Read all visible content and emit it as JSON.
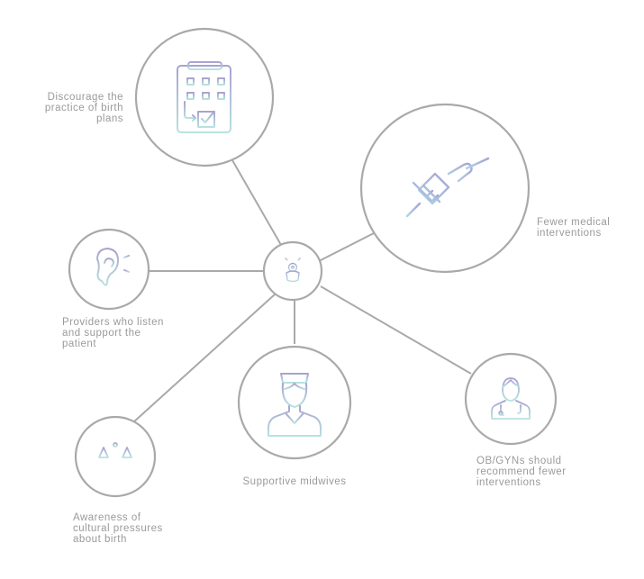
{
  "colors": {
    "line": "#a9a9a9",
    "text": "#9a9a9a",
    "icon_purple": "#a8a2d0",
    "icon_blue": "#aed6e8",
    "icon_teal": "#b8e2e0"
  },
  "center": {
    "icon": "baby-icon"
  },
  "nodes": [
    {
      "id": "birth-plans",
      "icon": "checklist-clipboard-icon",
      "label_lines": [
        "Discourage the",
        "practice of birth",
        "plans"
      ]
    },
    {
      "id": "medical",
      "icon": "syringe-icon",
      "label_lines": [
        "Fewer medical",
        "interventions"
      ]
    },
    {
      "id": "listen",
      "icon": "ear-icon",
      "label_lines": [
        "Providers who  listen",
        "and support the",
        "patient"
      ]
    },
    {
      "id": "midwives",
      "icon": "nurse-icon",
      "label_lines": [
        "Supportive midwives"
      ]
    },
    {
      "id": "obgyn",
      "icon": "doctor-icon",
      "label_lines": [
        "OB/GYNs should",
        "recommend fewer",
        "interventions"
      ]
    },
    {
      "id": "cultural",
      "icon": "scales-icon",
      "label_lines": [
        "Awareness of",
        "cultural pressures",
        "about birth"
      ]
    }
  ]
}
